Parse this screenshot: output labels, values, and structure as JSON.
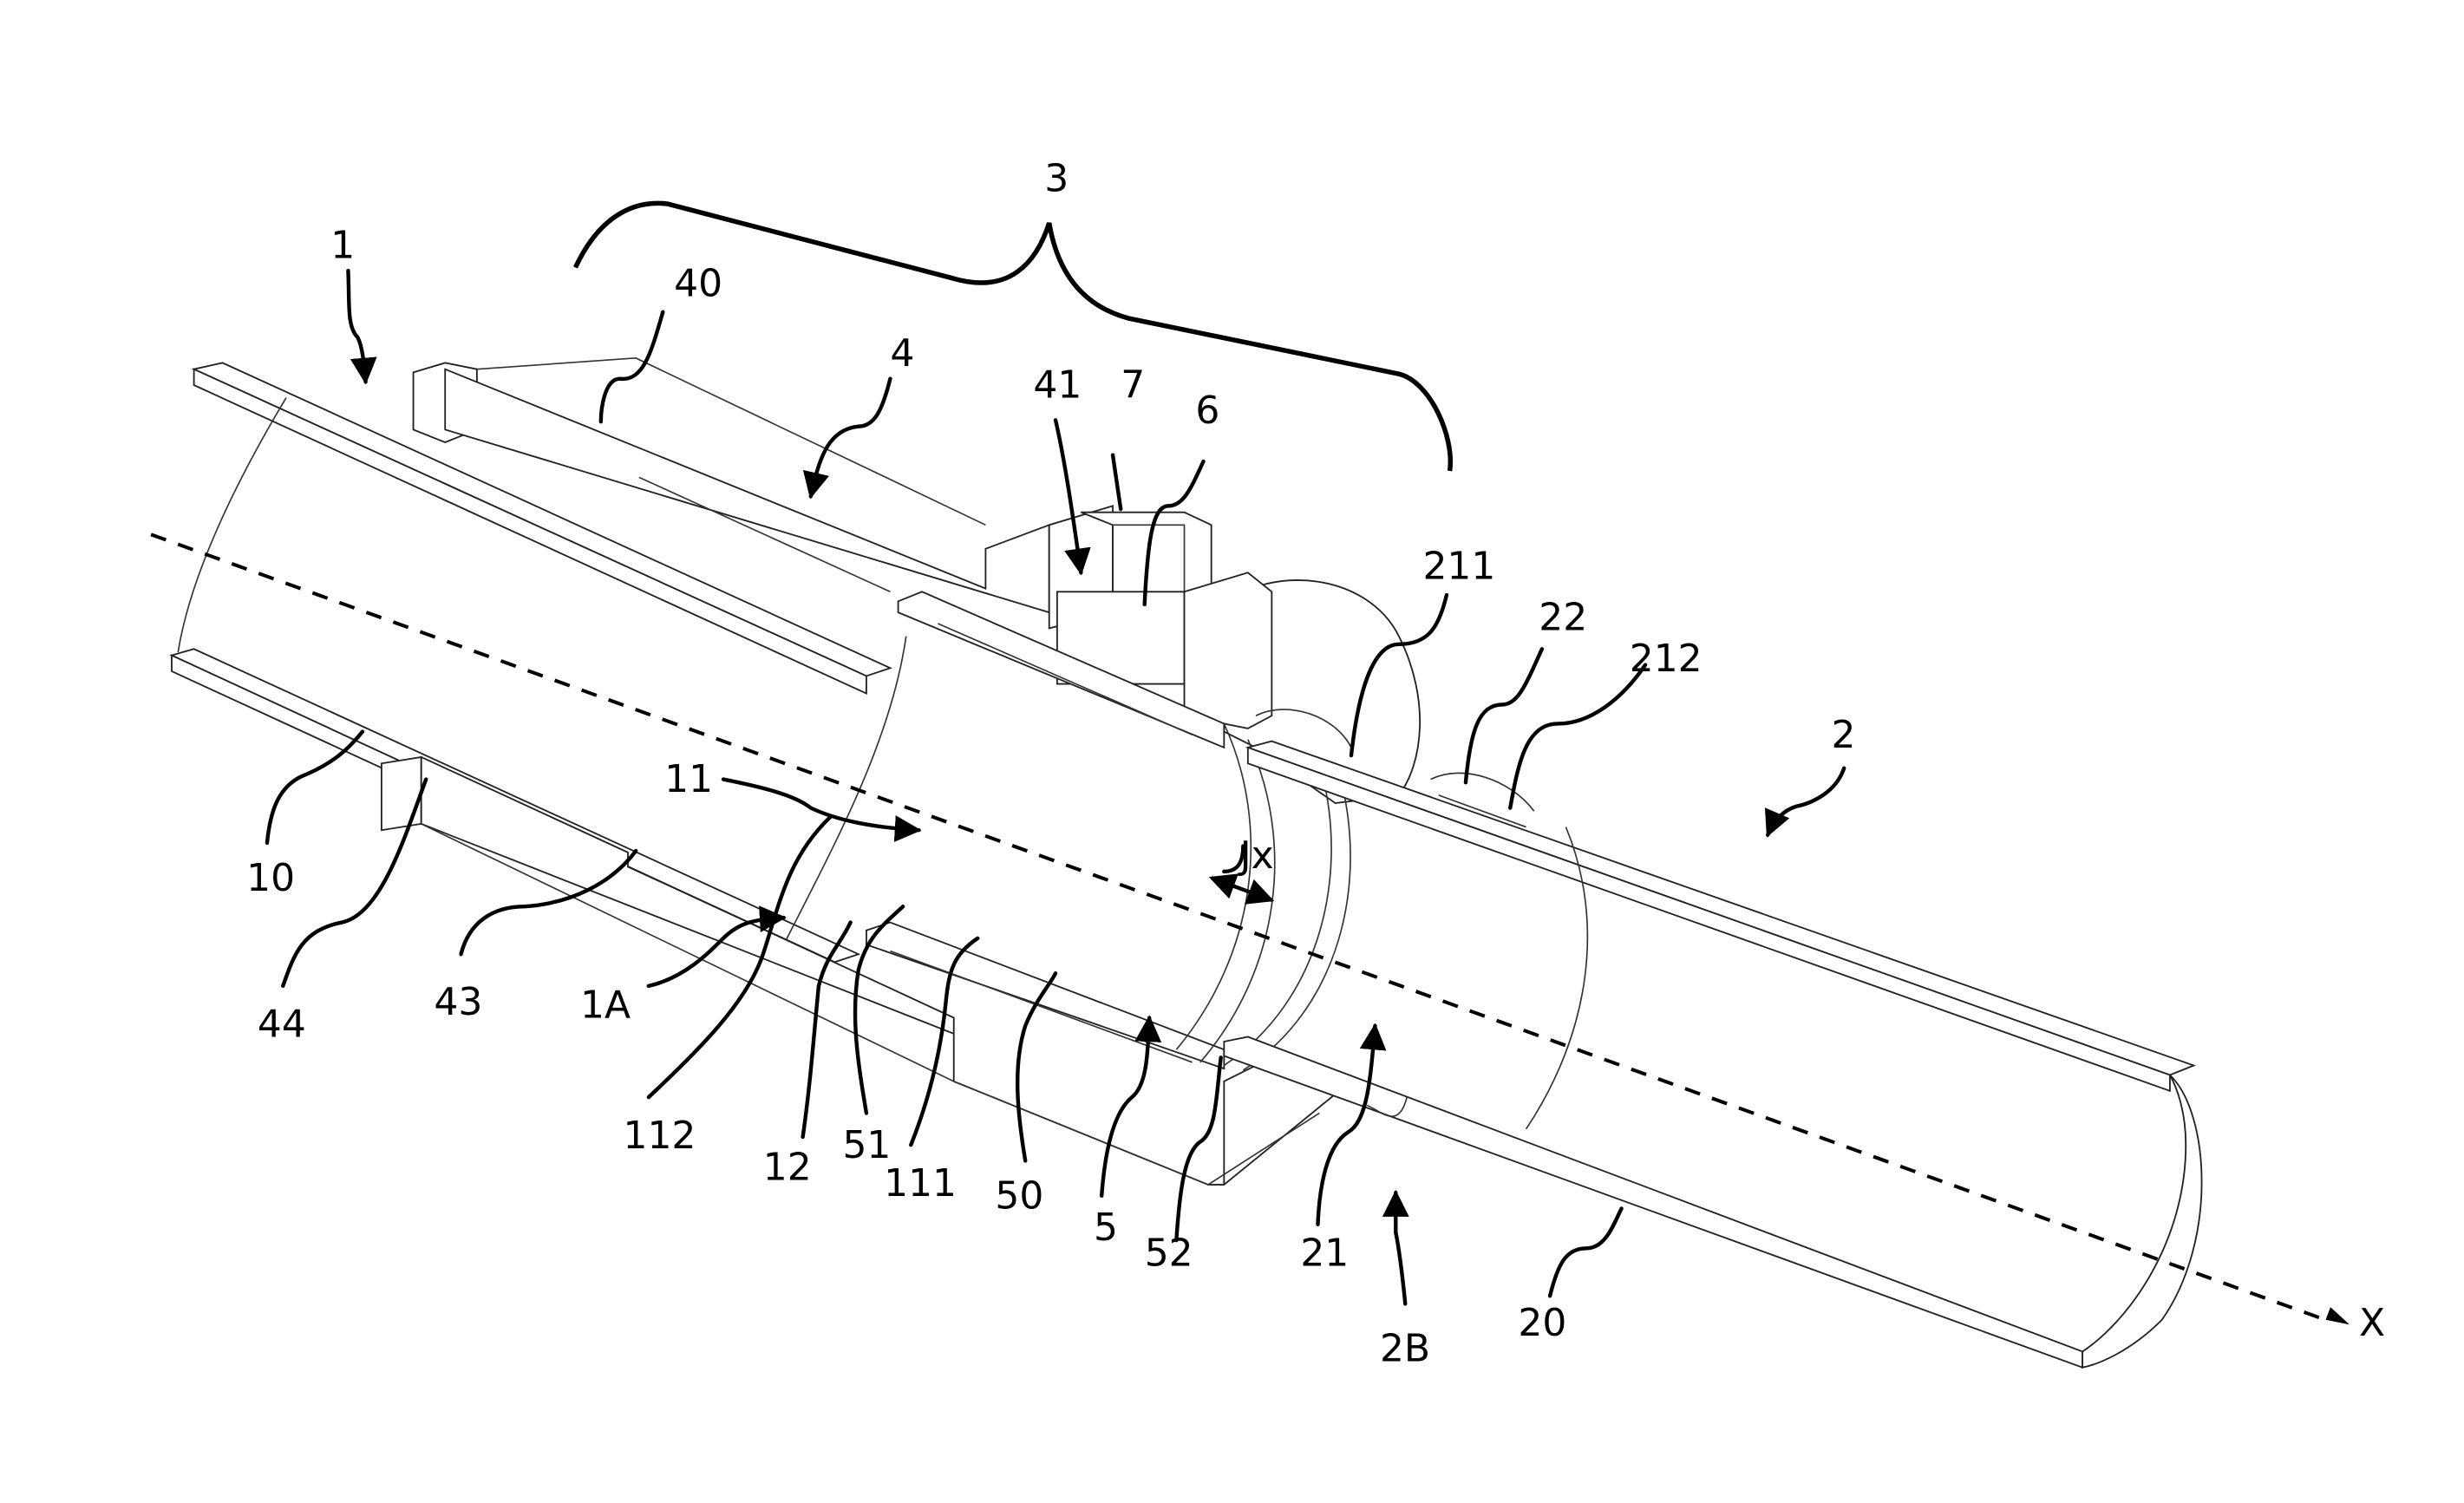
{
  "figure": {
    "type": "patent-drawing",
    "description": "Perspective cutaway of a pipe coupling connecting tube 1 and tube 2 along axis X",
    "axis_label": "X",
    "play_label": "Jx",
    "group_label": "3",
    "reference_labels": [
      {
        "id": "1",
        "text": "1"
      },
      {
        "id": "40",
        "text": "40"
      },
      {
        "id": "4",
        "text": "4"
      },
      {
        "id": "41",
        "text": "41"
      },
      {
        "id": "7",
        "text": "7"
      },
      {
        "id": "6",
        "text": "6"
      },
      {
        "id": "211",
        "text": "211"
      },
      {
        "id": "22",
        "text": "22"
      },
      {
        "id": "212",
        "text": "212"
      },
      {
        "id": "2",
        "text": "2"
      },
      {
        "id": "10",
        "text": "10"
      },
      {
        "id": "11",
        "text": "11"
      },
      {
        "id": "44",
        "text": "44"
      },
      {
        "id": "43",
        "text": "43"
      },
      {
        "id": "1A",
        "text": "1A"
      },
      {
        "id": "112",
        "text": "112"
      },
      {
        "id": "12",
        "text": "12"
      },
      {
        "id": "51",
        "text": "51"
      },
      {
        "id": "111",
        "text": "111"
      },
      {
        "id": "50",
        "text": "50"
      },
      {
        "id": "5",
        "text": "5"
      },
      {
        "id": "52",
        "text": "52"
      },
      {
        "id": "21",
        "text": "21"
      },
      {
        "id": "2B",
        "text": "2B"
      },
      {
        "id": "20",
        "text": "20"
      }
    ]
  }
}
